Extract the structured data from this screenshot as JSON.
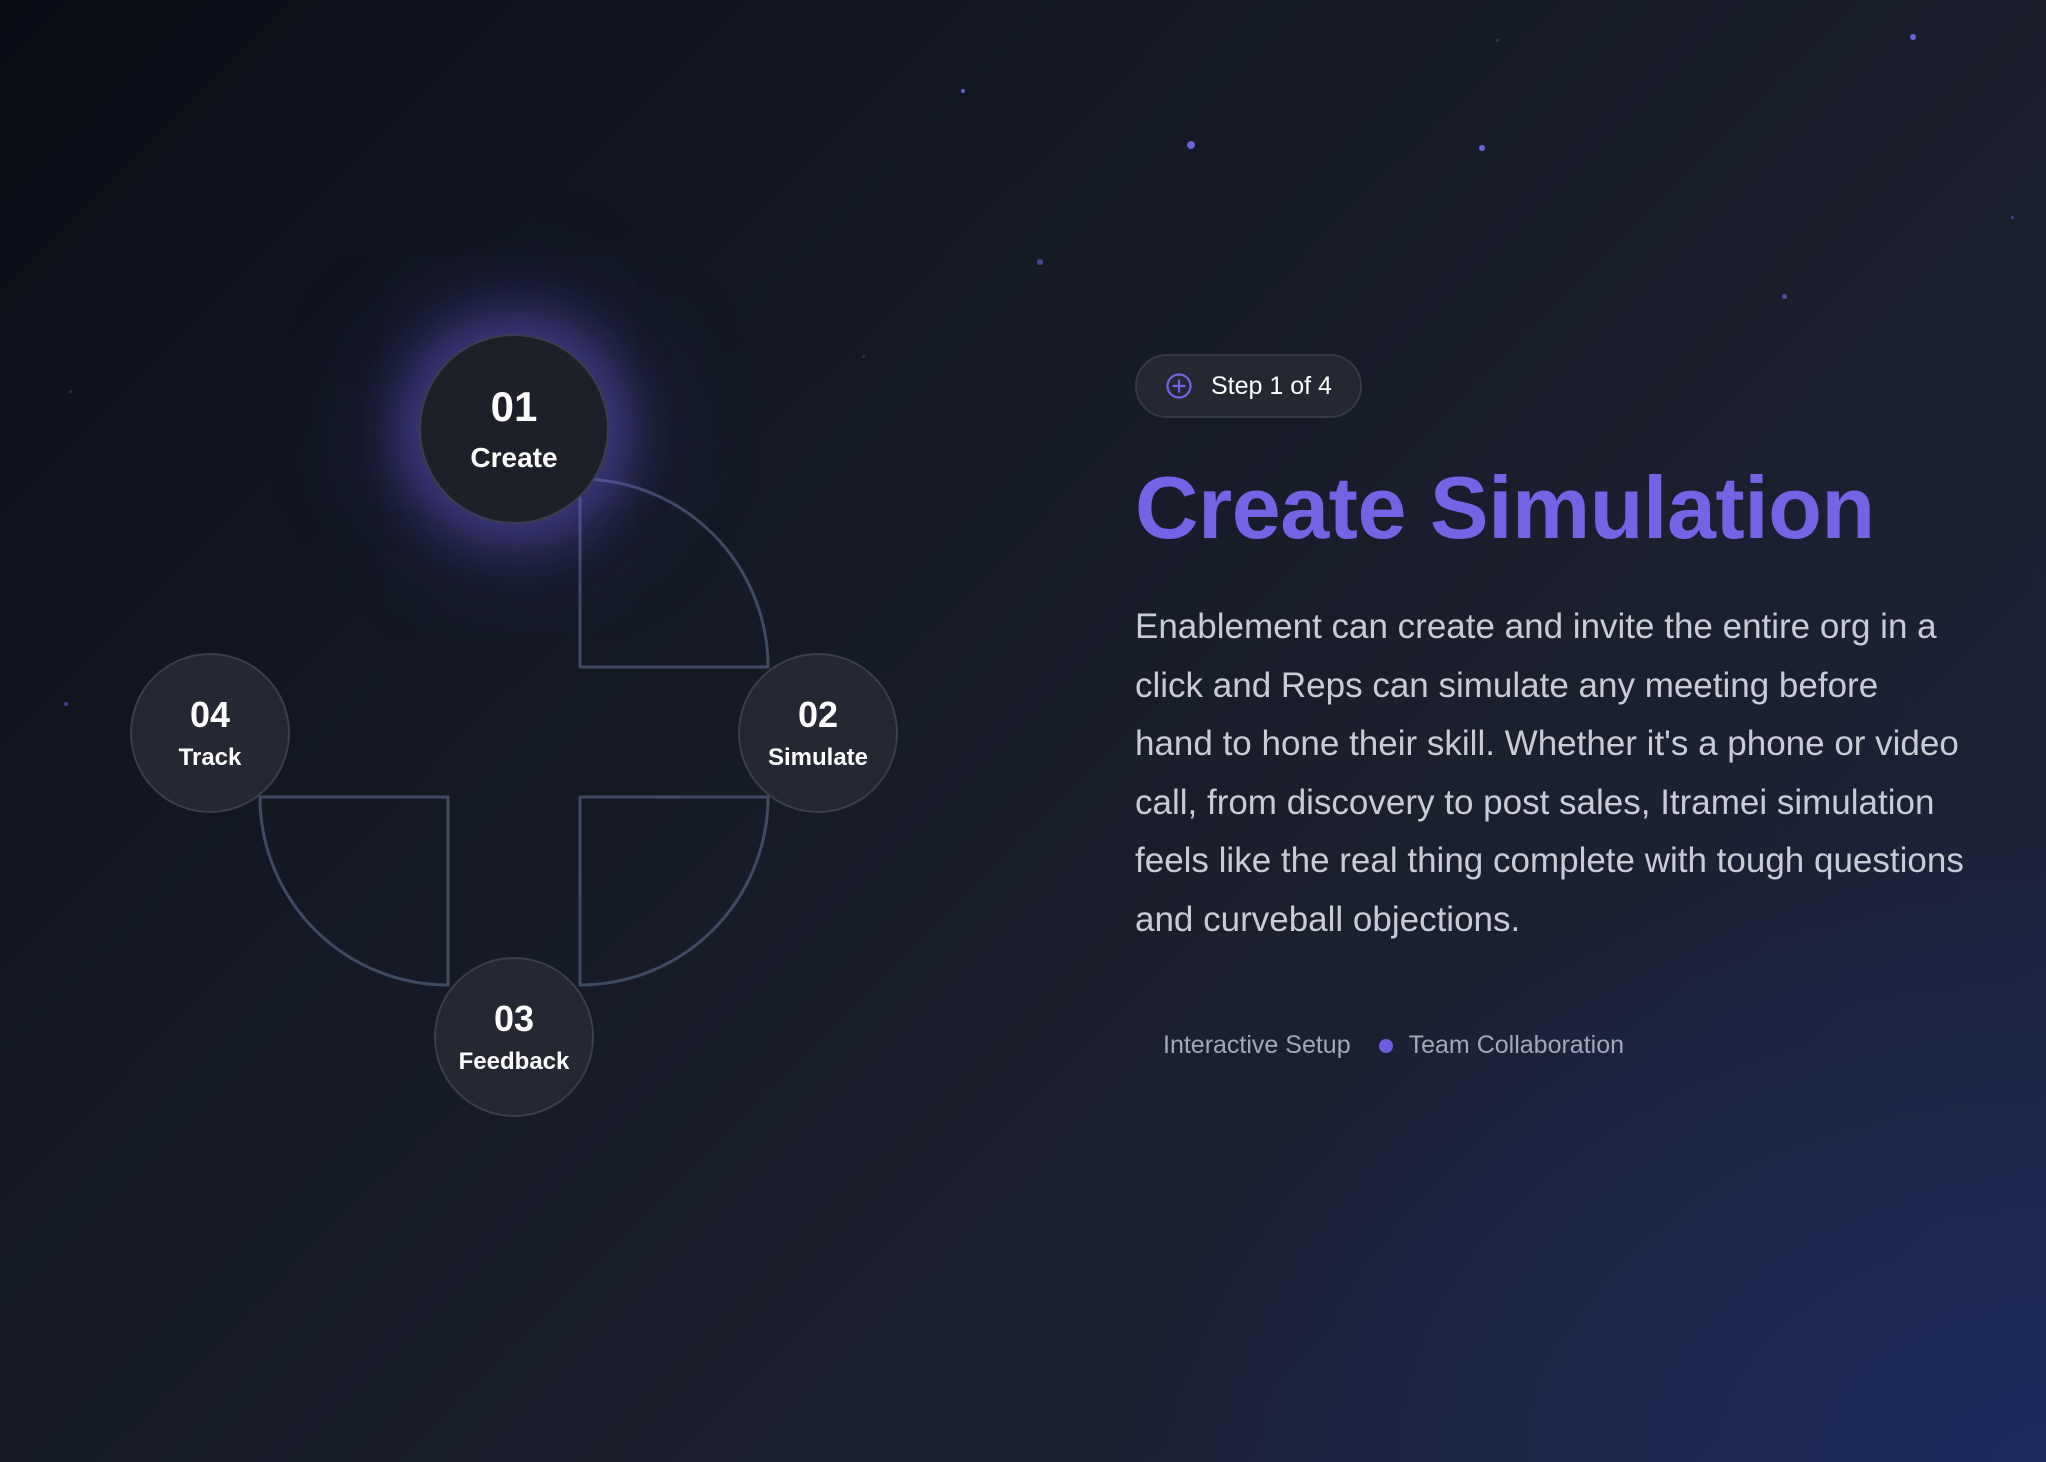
{
  "steps": [
    {
      "number": "01",
      "label": "Create",
      "active": true
    },
    {
      "number": "02",
      "label": "Simulate",
      "active": false
    },
    {
      "number": "03",
      "label": "Feedback",
      "active": false
    },
    {
      "number": "04",
      "label": "Track",
      "active": false
    }
  ],
  "badge": {
    "icon": "plus-circle-icon",
    "text": "Step 1 of 4"
  },
  "title": "Create Simulation",
  "description": "Enablement can create and invite the entire org in a click and Reps can simulate any meeting before hand to hone their skill. Whether it's a phone or video call, from discovery to post sales, Itramei simulation feels like the real thing complete with tough questions and curveball objections.",
  "tags": [
    "Interactive Setup",
    "Team Collaboration"
  ],
  "colors": {
    "accent": "#7563e6",
    "connector": "#3f4a63",
    "node_bg": "#252832"
  }
}
